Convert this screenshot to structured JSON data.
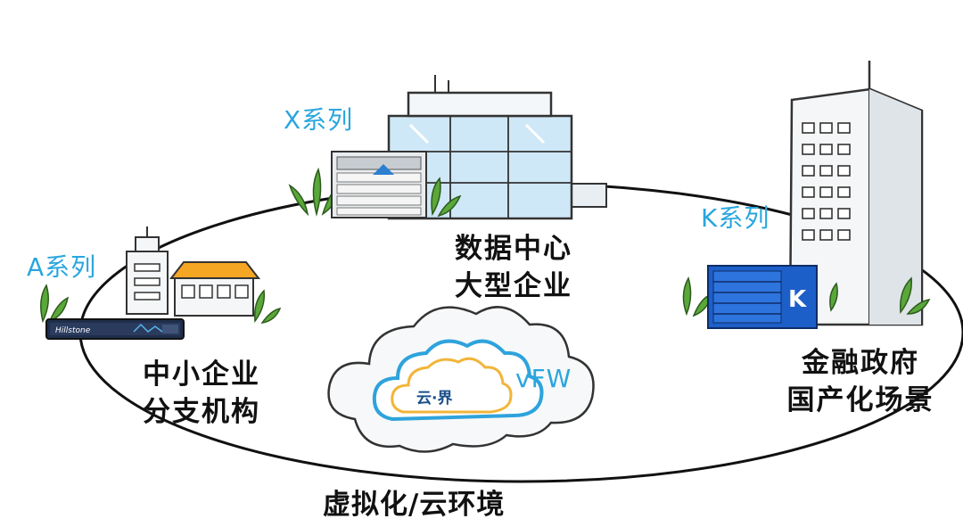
{
  "labels": {
    "x_series": "X系列",
    "a_series": "A系列",
    "k_series": "K系列",
    "vfw": "vFW"
  },
  "scenes": {
    "datacenter": [
      "数据中心",
      "大型企业"
    ],
    "sme": [
      "中小企业",
      "分支机构"
    ],
    "finance": [
      "金融政府",
      "国产化场景"
    ],
    "cloud": "虚拟化/云环境"
  },
  "cloud_badge": "云·界",
  "device_brand": "Hillstone",
  "k_device_mark": "K",
  "colors": {
    "series_text": "#29a6de",
    "glass": "#cfe8f7",
    "k_device": "#1d5fc9",
    "plant": "#5aa73a",
    "cloud_ring": "#2ea3dc",
    "cloud_ring_inner": "#f2b53a"
  }
}
